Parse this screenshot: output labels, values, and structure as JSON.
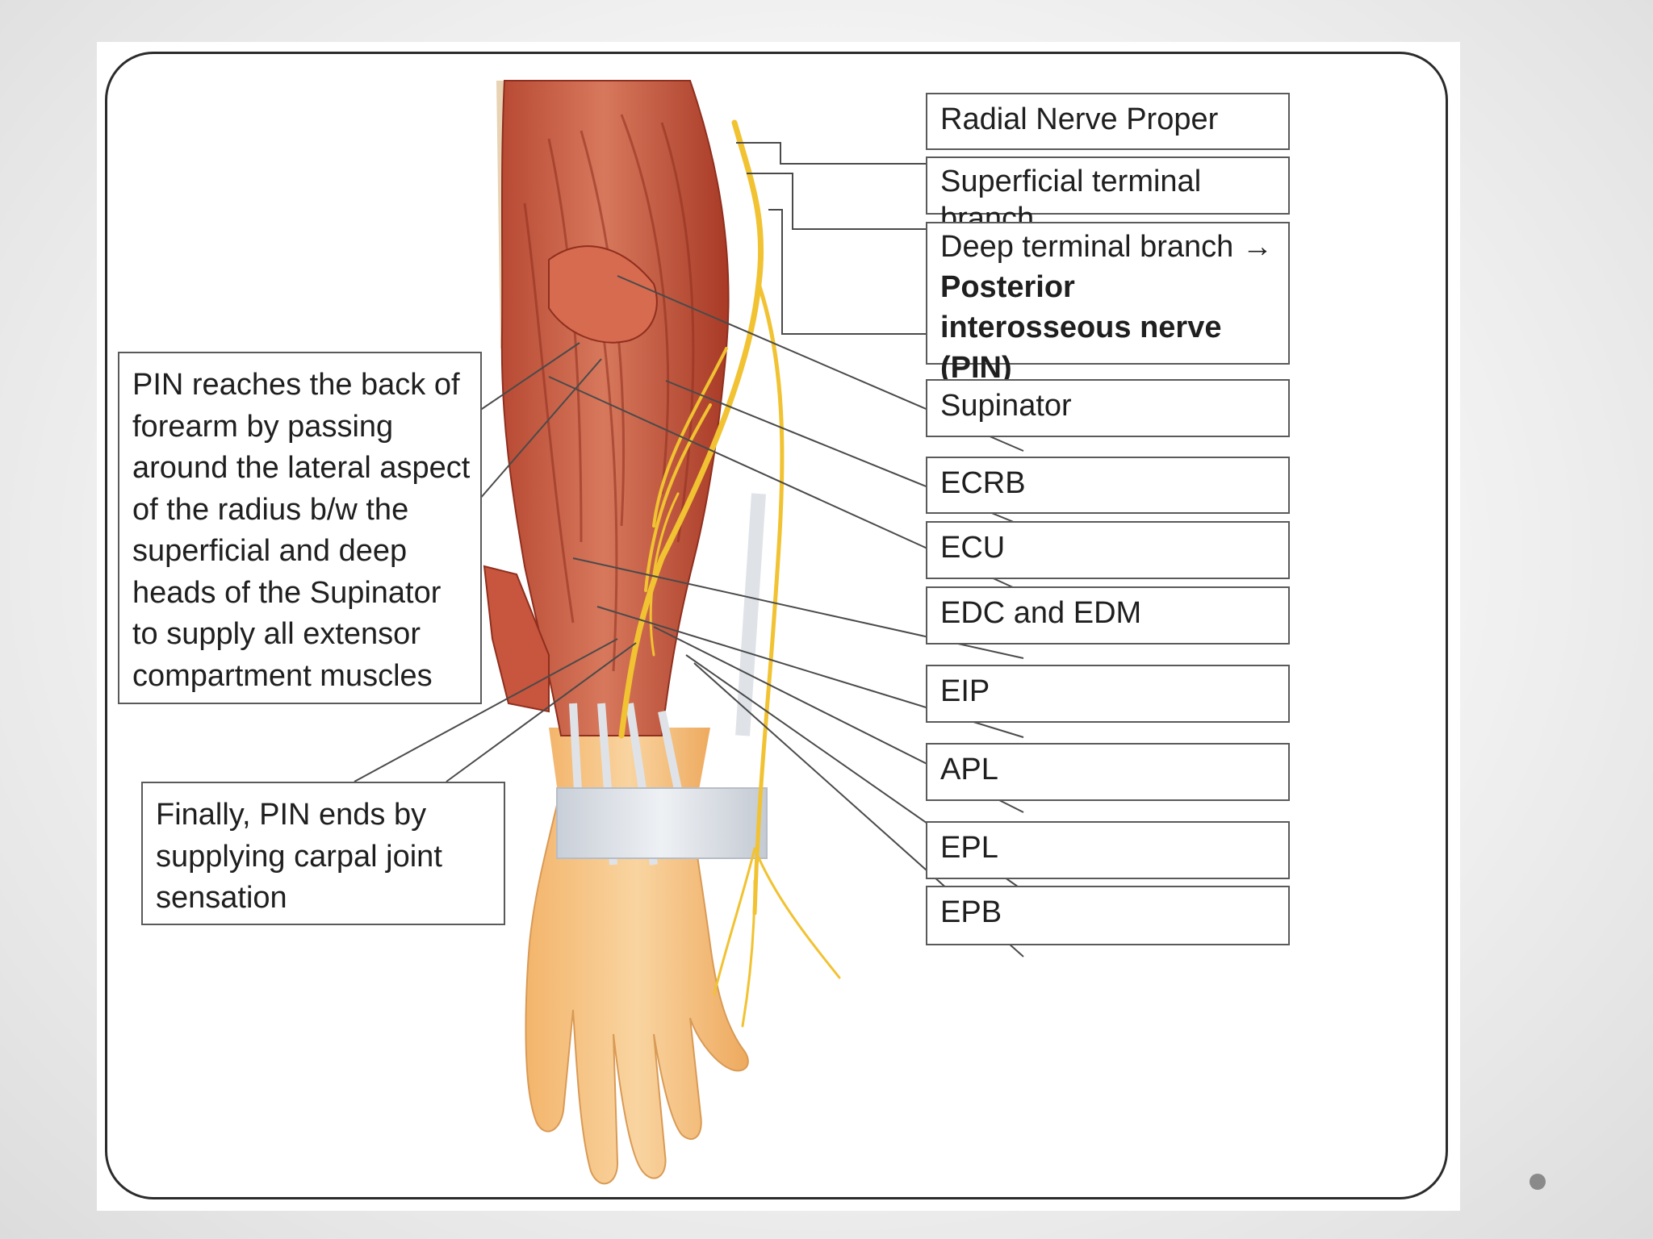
{
  "labels": {
    "radial_nerve_proper": "Radial Nerve Proper",
    "superficial_terminal_branch": "Superficial terminal branch",
    "deep_terminal_branch": "Deep terminal branch →",
    "posterior_interosseous_nerve": "Posterior interosseous nerve (PIN)",
    "supinator": "Supinator",
    "ecrb": "ECRB",
    "ecu": "ECU",
    "edc_edm": "EDC and EDM",
    "eip": "EIP",
    "apl": "APL",
    "epl": "EPL",
    "epb": "EPB"
  },
  "notes": {
    "pin_path": [
      "PIN reaches the back of",
      "forearm by passing",
      "around the lateral aspect",
      "of the radius b/w the",
      "superficial and deep",
      "heads of the Supinator",
      "to supply all extensor",
      "compartment muscles"
    ],
    "pin_end": [
      "Finally, PIN ends by",
      "supplying carpal joint",
      "sensation"
    ]
  },
  "colors": {
    "muscle": "#c8553d",
    "muscle_dark": "#a83a26",
    "tendon": "#d9dde3",
    "nerve": "#f1c232",
    "skin": "#f4c07f",
    "frame": "#2b2b2b",
    "leader_line": "#4a4a4a"
  }
}
